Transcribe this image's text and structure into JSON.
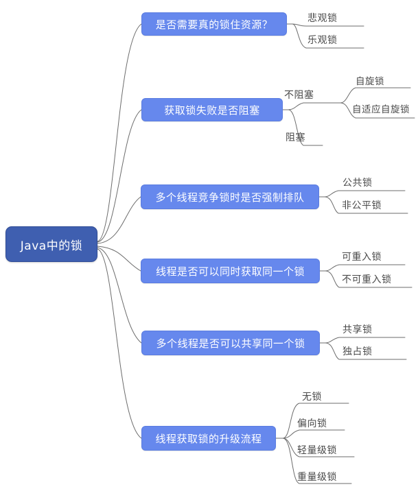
{
  "diagram": {
    "title": "Java中的锁",
    "type": "mind-map",
    "colors": {
      "root_fill": "#3f5fb0",
      "root_text": "#ffffff",
      "branch_fill": "#6688ed",
      "branch_text": "#ffffff",
      "leaf_text": "#4a4a4a",
      "connector": "#6b6b6b",
      "background": "#ffffff"
    },
    "root": {
      "label": "Java中的锁"
    },
    "branches": [
      {
        "label": "是否需要真的锁住资源？",
        "leaves": [
          {
            "label": "悲观锁"
          },
          {
            "label": "乐观锁"
          }
        ]
      },
      {
        "label": "获取锁失败是否阻塞",
        "leaves": [
          {
            "label": "不阻塞",
            "children": [
              {
                "label": "自旋锁"
              },
              {
                "label": "自适应自旋锁"
              }
            ]
          },
          {
            "label": "阻塞"
          }
        ]
      },
      {
        "label": "多个线程竞争锁时是否强制排队",
        "leaves": [
          {
            "label": "公共锁"
          },
          {
            "label": "非公平锁"
          }
        ]
      },
      {
        "label": "线程是否可以同时获取同一个锁",
        "leaves": [
          {
            "label": "可重入锁"
          },
          {
            "label": "不可重入锁"
          }
        ]
      },
      {
        "label": "多个线程是否可以共享同一个锁",
        "leaves": [
          {
            "label": "共享锁"
          },
          {
            "label": "独占锁"
          }
        ]
      },
      {
        "label": "线程获取锁的升级流程",
        "leaves": [
          {
            "label": "无锁"
          },
          {
            "label": "偏向锁"
          },
          {
            "label": "轻量级锁"
          },
          {
            "label": "重量级锁"
          }
        ]
      }
    ]
  }
}
